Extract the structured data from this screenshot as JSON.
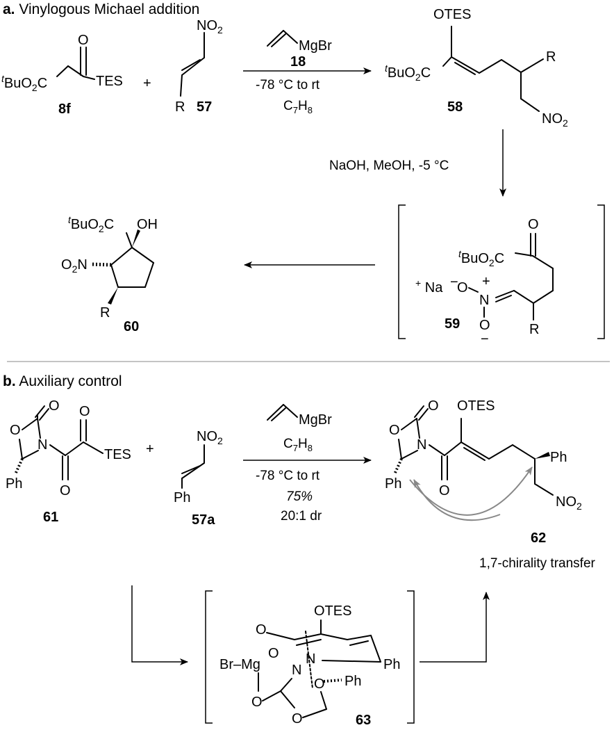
{
  "section_a": {
    "letter": "a.",
    "title": "Vinylogous Michael addition",
    "compounds": {
      "c8f": "8f",
      "c57": "57",
      "c18": "18",
      "c58": "58",
      "c59": "59",
      "c60": "60"
    },
    "labels": {
      "tbu_prefix": "t",
      "tbu_rest": "BuO",
      "two": "2",
      "c": "C",
      "tes": "TES",
      "otes": "OTES",
      "o": "O",
      "oh": "OH",
      "r": "R",
      "no": "NO",
      "n": "N",
      "na": "Na",
      "plus_sign": "+",
      "minus": "−",
      "mgbr": "MgBr",
      "o2n_o": "O",
      "o2n_n": "N"
    },
    "conditions": {
      "temp": "-78 °C to rt",
      "solvent_c": "C",
      "solvent_7": "7",
      "solvent_h": "H",
      "solvent_8": "8",
      "step2": "NaOH, MeOH, -5 °C"
    }
  },
  "section_b": {
    "letter": "b.",
    "title": "Auxiliary control",
    "compounds": {
      "c61": "61",
      "c57a": "57a",
      "c62": "62",
      "c63": "63"
    },
    "labels": {
      "ph": "Ph",
      "br": "Br",
      "mg": "Mg",
      "tes": "TES",
      "otes": "OTES",
      "o": "O",
      "no": "NO",
      "two": "2",
      "n": "N",
      "plus_sign": "+"
    },
    "conditions": {
      "solvent_c": "C",
      "solvent_7": "7",
      "solvent_h": "H",
      "solvent_8": "8",
      "temp": "-78 °C to rt",
      "yield": "75%",
      "dr": "20:1 dr"
    },
    "note": "1,7-chirality transfer"
  }
}
